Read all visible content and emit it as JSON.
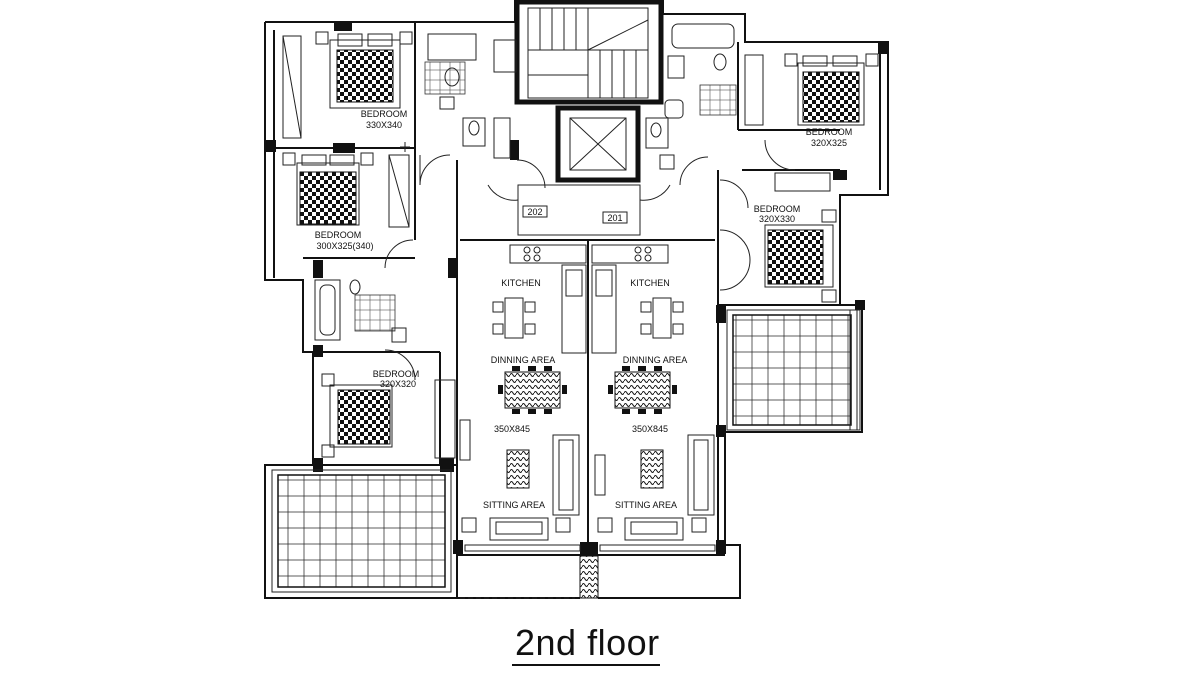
{
  "plan": {
    "floor_title": "2nd floor",
    "rooms": {
      "bedroom_tl": {
        "name": "BEDROOM",
        "size": "330X340"
      },
      "bedroom_ml": {
        "name": "BEDROOM",
        "size": "300X325(340)"
      },
      "bedroom_bl": {
        "name": "BEDROOM",
        "size": "320X320"
      },
      "bedroom_tr": {
        "name": "BEDROOM",
        "size": "320X325"
      },
      "bedroom_mr": {
        "name": "BEDROOM",
        "size": "320X330"
      },
      "kitchen_l": {
        "name": "KITCHEN"
      },
      "kitchen_r": {
        "name": "KITCHEN"
      },
      "dining_l": {
        "name": "DINNING AREA"
      },
      "dining_r": {
        "name": "DINNING AREA"
      },
      "living_l": {
        "size": "350X845"
      },
      "living_r": {
        "size": "350X845"
      },
      "sitting_l": {
        "name": "SITTING AREA"
      },
      "sitting_r": {
        "name": "SITTING AREA"
      }
    },
    "unit_numbers": {
      "left": "202",
      "right": "201"
    }
  }
}
